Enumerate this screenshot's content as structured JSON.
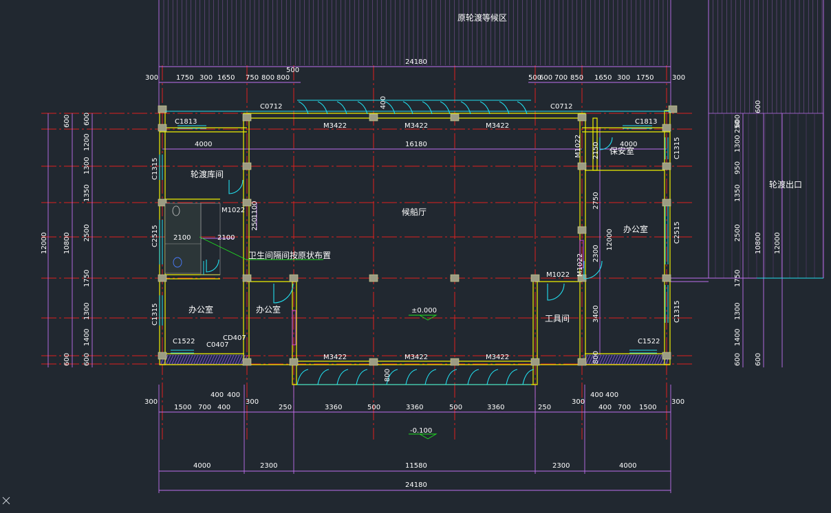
{
  "drawing": {
    "top_area_label": "原轮渡等候区",
    "exit_label": "轮渡出口",
    "hall_label": "候船厅",
    "toilet_note": "卫生间隔间按原状布置",
    "level_inside": "±0.000",
    "level_outside": "-0.100",
    "rooms": {
      "storage": "轮渡库间",
      "office_left_lower": "办公室",
      "office_left_center": "办公室",
      "office_right": "办公室",
      "tool_room": "工具间",
      "guard_room": "保安室"
    },
    "tags": {
      "c0712_left": "C0712",
      "c0712_right": "C0712",
      "c1813_left": "C1813",
      "c1813_right": "C1813",
      "m3422_top_1": "M3422",
      "m3422_top_2": "M3422",
      "m3422_top_3": "M3422",
      "m3422_bot_1": "M3422",
      "m3422_bot_2": "M3422",
      "m3422_bot_3": "M3422",
      "m1022_left": "M1022",
      "m1022_right_top": "M1022",
      "m1022_right_mid": "M1022",
      "m1022_right_mid_v": "M1022",
      "c1315_left_top": "C1315",
      "c1315_left_bot": "C1315",
      "c1315_right_top": "C1315",
      "c1315_right_bot": "C1315",
      "c2515_left": "C2515",
      "c2515_right": "C2515",
      "c1522_left": "C1522",
      "c1522_right": "C1522",
      "c0407_a": "C0407",
      "c0407_b": "CD407"
    },
    "dims": {
      "top_total": "24180",
      "top_500": "500",
      "top_left_segments": [
        "300",
        "1750",
        "300",
        "1650",
        "750",
        "800",
        "800"
      ],
      "top_right_segments": [
        "500",
        "600",
        "700",
        "850",
        "1650",
        "300",
        "1750",
        "300"
      ],
      "inner_4000_left": "4000",
      "inner_16180": "16180",
      "inner_4000_right": "4000",
      "inner_2150": "2150",
      "left_total": "12000",
      "left_sub": "10800",
      "left_segments": [
        "600",
        "600",
        "1200",
        "1300",
        "1350",
        "2500",
        "1750",
        "1300",
        "1400",
        "600",
        "600"
      ],
      "toilet_2100_a": "2100",
      "toilet_2100_b": "2100",
      "toilet_250": "250",
      "toilet_1100": "1100",
      "right_inner_2750": "2750",
      "right_inner_12000": "12000",
      "right_inner_2300": "2300",
      "right_inner_3400": "3400",
      "right_inner_800": "800",
      "right_segments": [
        "600",
        "600",
        "1300",
        "250",
        "950",
        "1350",
        "2500",
        "1750",
        "1300",
        "1400",
        "600",
        "600"
      ],
      "right_sub": "10800",
      "right_total": "12000",
      "bot_300_left": "300",
      "bot_300_right": "300",
      "bot_400s_left": [
        "400",
        "400"
      ],
      "bot_400s_right": [
        "400",
        "400"
      ],
      "bot_left_segments": [
        "1500",
        "700",
        "400",
        "300"
      ],
      "bot_center_segments": [
        "250",
        "3360",
        "500",
        "3360",
        "500",
        "3360",
        "250"
      ],
      "bot_right_segments": [
        "300",
        "400",
        "700",
        "1500",
        "300"
      ],
      "col_800_top": "400",
      "col_800_bot": "800",
      "bot_row2": [
        "4000",
        "2300",
        "11580",
        "2300",
        "4000"
      ],
      "bot_total": "24180"
    }
  },
  "colors": {
    "background": "#212830",
    "axis": "#e0201e",
    "wall": "#f0f000",
    "dimension": "#c070f0",
    "opening": "#22e0f0",
    "leader": "#20e020",
    "text": "#ffffff"
  }
}
